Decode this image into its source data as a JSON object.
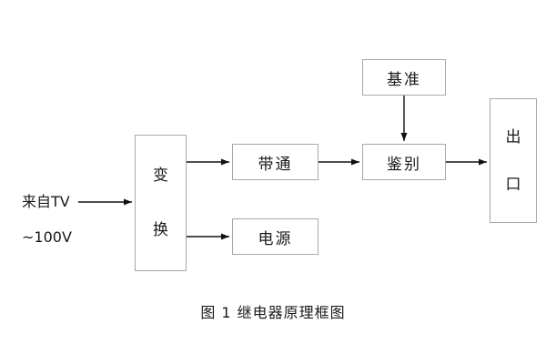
{
  "diagram": {
    "caption": "图 1  继电器原理框图",
    "input_label": {
      "line1": "来自TV",
      "line2": "~100V"
    },
    "blocks": {
      "transform": "变换",
      "bandpass": "带通",
      "power": "电源",
      "reference": "基准",
      "discriminator": "鉴别",
      "output": "出口"
    }
  }
}
